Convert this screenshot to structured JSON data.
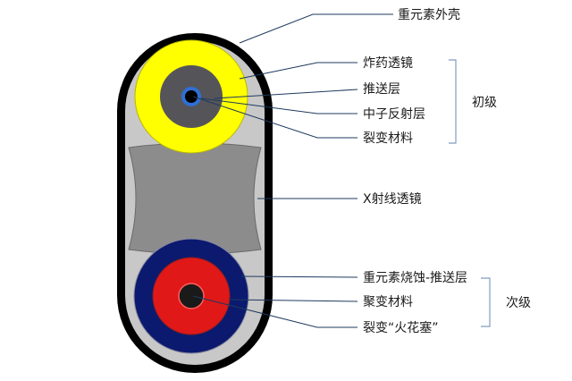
{
  "labels": {
    "outer_casing": "重元素外壳",
    "explosive_lens": "炸药透镜",
    "pusher": "推送层",
    "neutron_reflector": "中子反射层",
    "fission_material_primary": "裂变材料",
    "xray_lens": "X射线透镜",
    "ablation_pusher": "重元素烧蚀-推送层",
    "fusion_material": "聚变材料",
    "fission_sparkplug": "裂变“火花塞”"
  },
  "groups": {
    "primary": "初级",
    "secondary": "次级"
  },
  "colors": {
    "casing": "#000000",
    "inner_body": "#c8c8c8",
    "xray_lens": "#8c8c8c",
    "explosive": "#ffff00",
    "pusher": "#555559",
    "reflector": "#2f6fd6",
    "ablator": "#0b1a6e",
    "fusion": "#e01818",
    "sparkplug": "#1a1a1a",
    "leader": "#1f3a5f",
    "brace": "#7f9cc0"
  }
}
